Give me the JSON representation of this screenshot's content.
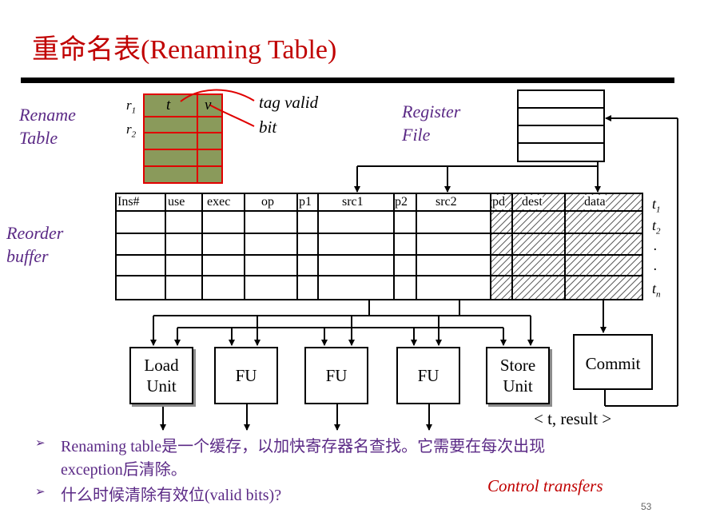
{
  "title": "重命名表(Renaming Table)",
  "rename_table": {
    "label_line1": "Rename",
    "label_line2": "Table",
    "reg1": "r",
    "reg1_sub": "1",
    "reg2": "r",
    "reg2_sub": "2",
    "col_tag": "t",
    "col_valid": "v",
    "annotation_line1": "tag  valid",
    "annotation_line2": "bit"
  },
  "register_file": {
    "label_line1": "Register",
    "label_line2": "File"
  },
  "reorder_buffer": {
    "label_line1": "Reorder",
    "label_line2": "buffer",
    "columns": [
      "Ins#",
      "use",
      "exec",
      "op",
      "p1",
      "src1",
      "p2",
      "src2",
      "pd",
      "dest",
      "data"
    ],
    "tags": [
      {
        "base": "t",
        "sub": "1"
      },
      {
        "base": "t",
        "sub": "2"
      },
      {
        "base": ".",
        "sub": ""
      },
      {
        "base": ".",
        "sub": ""
      },
      {
        "base": "t",
        "sub": "n"
      }
    ]
  },
  "units": {
    "load": "Load\nUnit",
    "fu1": "FU",
    "fu2": "FU",
    "fu3": "FU",
    "store": "Store\nUnit",
    "commit": "Commit"
  },
  "result_bus_label": "< t, result >",
  "bullets": [
    {
      "mark": "➢",
      "line1": "Renaming table是一个缓存，以加快寄存器名查找。它需要在每次出现",
      "line2": "exception后清除。"
    },
    {
      "mark": "➢",
      "line1": "什么时候清除有效位(valid bits)?",
      "line2": ""
    }
  ],
  "control_transfers": "Control transfers",
  "page_number": "53",
  "colors": {
    "title": "#c00000",
    "label_purple": "#5b2a86",
    "rename_fill": "#8a9a5b",
    "rename_grid": "#e00000",
    "hatch": "#555555",
    "accent_red": "#c00000"
  }
}
